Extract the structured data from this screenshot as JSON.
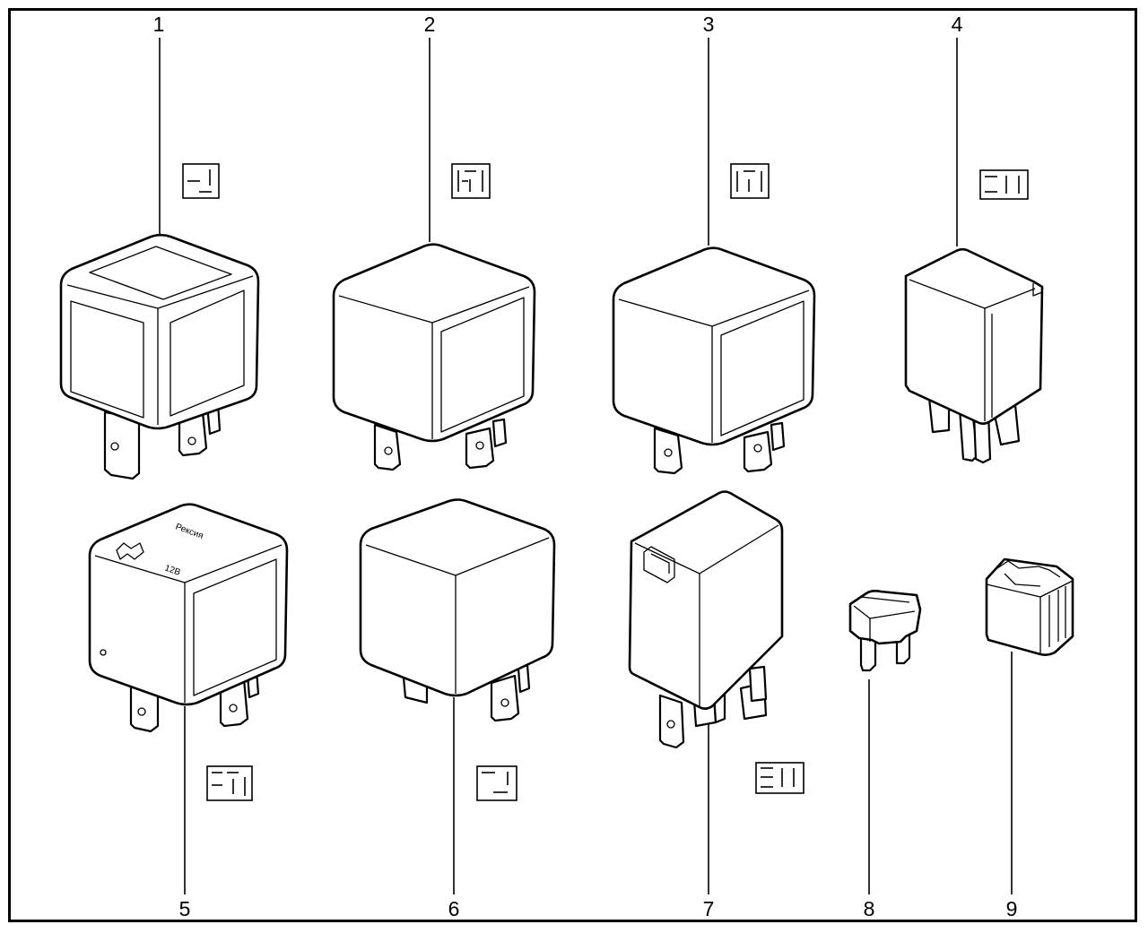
{
  "labels": {
    "c1": "1",
    "c2": "2",
    "c3": "3",
    "c4": "4",
    "c5": "5",
    "c6": "6",
    "c7": "7",
    "c8": "8",
    "c9": "9"
  },
  "markings": {
    "relay5_brand": "Рексия",
    "relay5_voltage": "12В"
  }
}
